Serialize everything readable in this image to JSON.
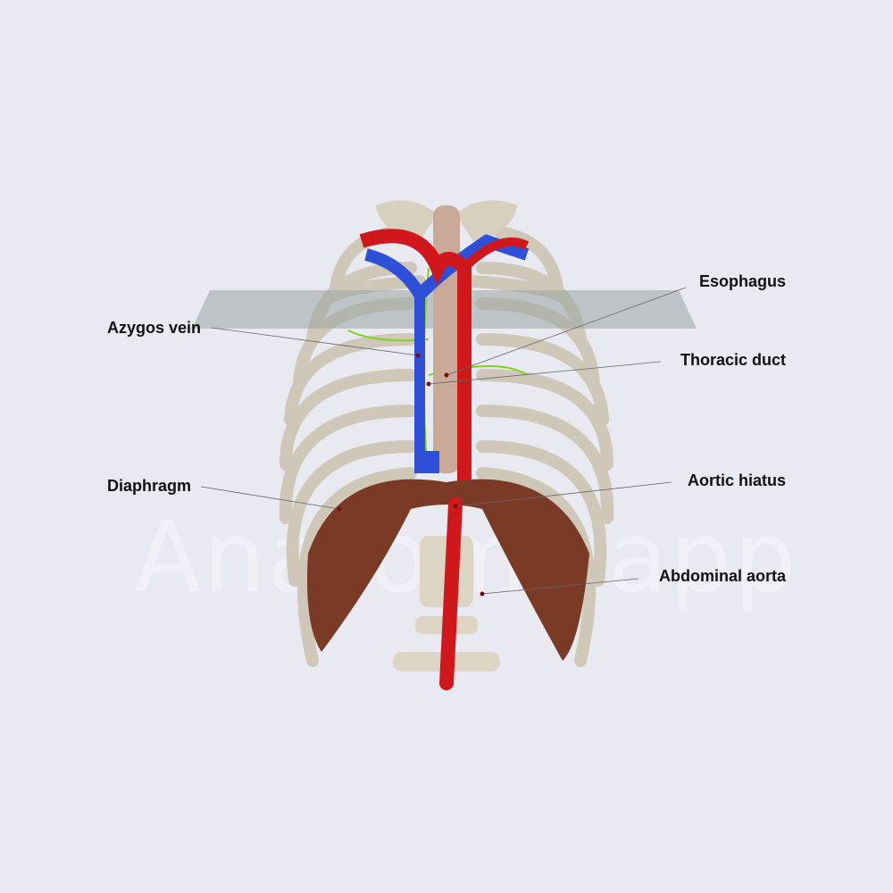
{
  "labels": {
    "azygos_vein": "Azygos vein",
    "esophagus": "Esophagus",
    "thoracic_duct": "Thoracic duct",
    "diaphragm": "Diaphragm",
    "aortic_hiatus": "Aortic hiatus",
    "abdominal_aorta": "Abdominal aorta"
  },
  "watermark": "Anatomy.app",
  "colors": {
    "background": "#e9e9f1",
    "bone": "#d6cfbf",
    "artery": "#d0171b",
    "vein": "#2e4fd8",
    "esophagus": "#c9aa98",
    "muscle": "#7a3a26",
    "lymph": "#7ed321",
    "plane": "#9aa6a2"
  }
}
